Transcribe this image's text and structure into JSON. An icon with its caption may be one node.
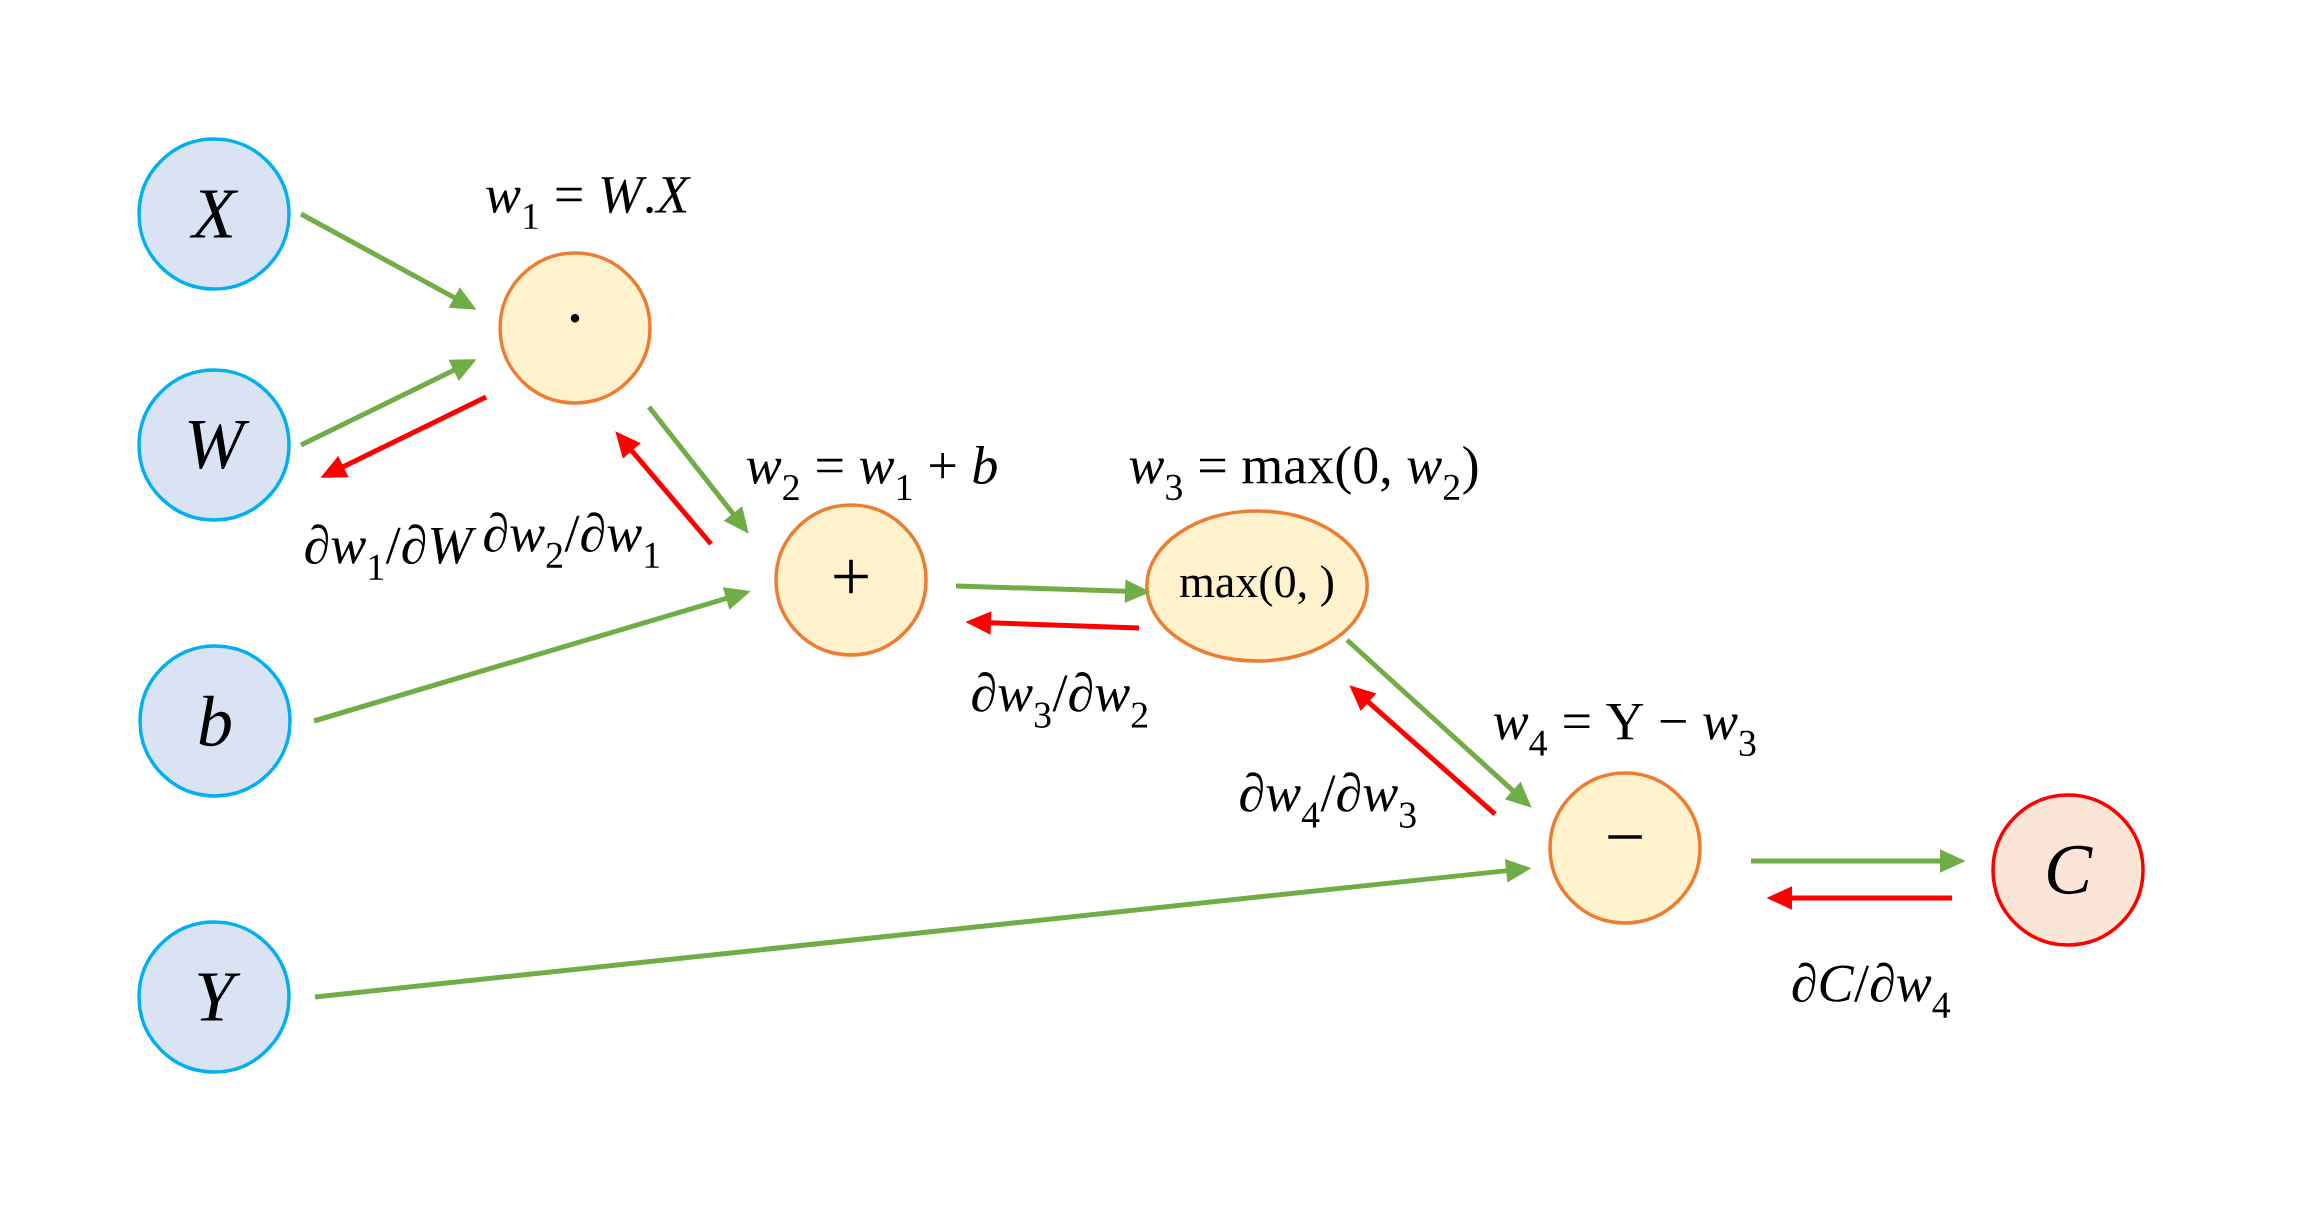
{
  "diagram": {
    "nodes": [
      {
        "text": [
          "X"
        ]
      },
      {
        "text": [
          "W"
        ]
      },
      {
        "text": [
          "b"
        ]
      },
      {
        "text": [
          "Y"
        ]
      },
      {
        "text": [
          "·"
        ],
        "beside": [
          "*w*$_{1}$ = *W*.*X*"
        ]
      },
      {
        "text": [
          "+"
        ],
        "beside": [
          "*w*$_{2}$ = *w*$_{1}$ + *b*"
        ]
      },
      {
        "text": [
          "max(0, )"
        ],
        "beside": [
          "*w*$_{3}$ = max(0, *w*$_{2}$)"
        ]
      },
      {
        "text": [
          "−"
        ],
        "beside": [
          "*w*$_{4}$ = Y − *w*$_{3}$"
        ]
      },
      {
        "text": [
          "C"
        ]
      }
    ],
    "edges": [
      {
        "from": 0,
        "to": 4,
        "arrow": "to"
      },
      {
        "from": 1,
        "to": 4,
        "arrow": "to"
      },
      {
        "from": 4,
        "to": 1,
        "arrow": "to",
        "label": "∂*w*$_{1}$/∂*W*",
        "color": "#ff0000"
      },
      {
        "from": 4,
        "to": 5,
        "arrow": "to"
      },
      {
        "from": 5,
        "to": 4,
        "arrow": "to",
        "label": "∂*w*$_{2}$/∂*w*$_{1}$",
        "color": "#ff0000"
      },
      {
        "from": 2,
        "to": 5,
        "arrow": "to"
      },
      {
        "from": 5,
        "to": 6,
        "arrow": "to"
      },
      {
        "from": 6,
        "to": 5,
        "arrow": "to",
        "label": "∂*w*$_{3}$/∂*w*$_{2}$",
        "color": "#ff0000"
      },
      {
        "from": 6,
        "to": 7,
        "arrow": "to"
      },
      {
        "from": 7,
        "to": 6,
        "arrow": "to",
        "label": "∂*w*$_{4}$/∂*w*$_{3}$",
        "color": "#ff0000"
      },
      {
        "from": 3,
        "to": 7,
        "arrow": "to"
      },
      {
        "from": 7,
        "to": 8,
        "arrow": "to"
      },
      {
        "from": 8,
        "to": 7,
        "arrow": "to",
        "label": "∂*C*/∂*w*$_{4}$",
        "color": "#ff0000"
      }
    ]
  }
}
